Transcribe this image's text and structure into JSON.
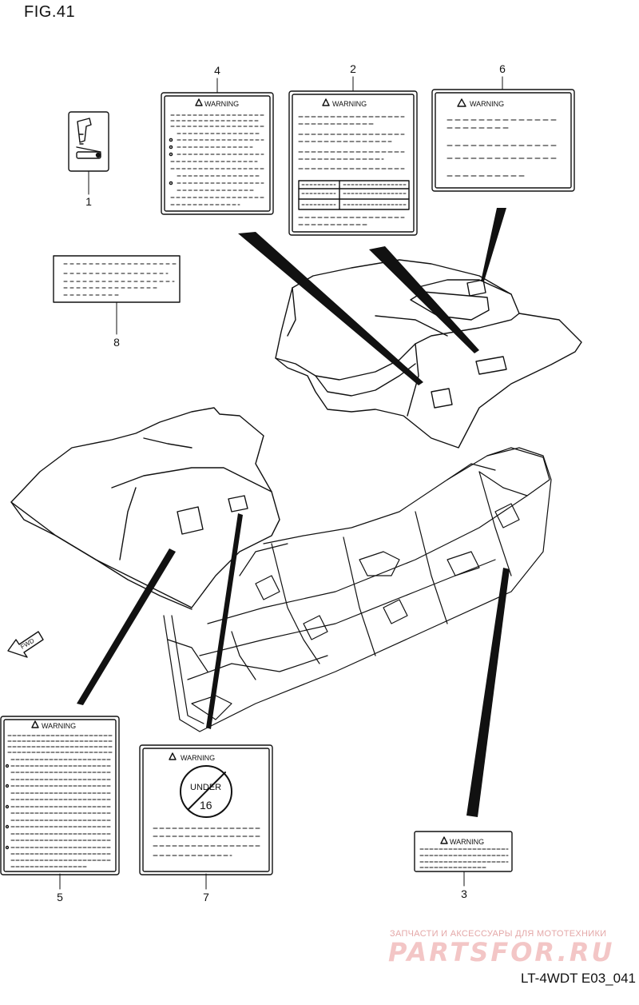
{
  "figure": {
    "title": "FIG.41",
    "code": "LT-4WDT E03_041"
  },
  "callouts": [
    {
      "id": "1",
      "label": "1"
    },
    {
      "id": "2",
      "label": "2"
    },
    {
      "id": "3",
      "label": "3"
    },
    {
      "id": "4",
      "label": "4"
    },
    {
      "id": "5",
      "label": "5"
    },
    {
      "id": "6",
      "label": "6"
    },
    {
      "id": "7",
      "label": "7"
    },
    {
      "id": "8",
      "label": "8"
    }
  ],
  "labels": {
    "warning_text": "WARNING",
    "sign_top": "UNDER",
    "sign_number": "16",
    "fwd_arrow": "FWD"
  },
  "watermark": {
    "tagline": "ЗАПЧАСТИ И АКСЕССУАРЫ ДЛЯ МОТОТЕХНИКИ",
    "brand": "PARTSFOR.RU"
  },
  "colors": {
    "line": "#111111",
    "watermark": "#f3c6c6"
  }
}
